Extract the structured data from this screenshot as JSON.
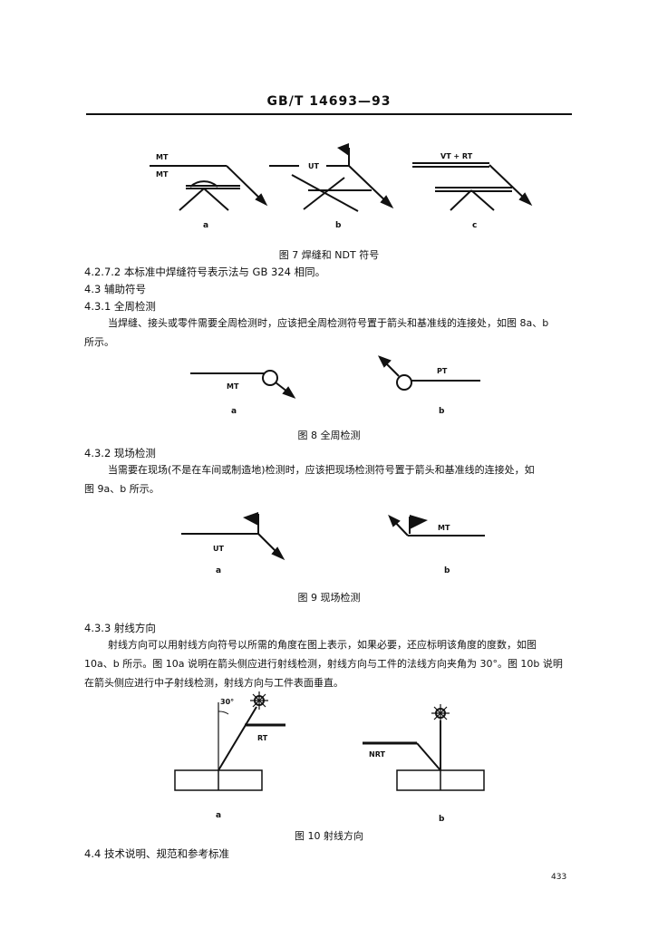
{
  "header": "GB/T 14693—93",
  "fig7": {
    "caption": "图 7   焊缝和 NDT 符号",
    "labels": [
      "MT",
      "MT",
      "UT",
      "VT + RT"
    ],
    "subs": [
      "a",
      "b",
      "c"
    ]
  },
  "s4272": "4.2.7.2   本标准中焊缝符号表示法与 GB 324 相同。",
  "s43": "4.3   辅助符号",
  "s431": "4.3.1   全周检测",
  "p431a": "当焊缝、接头或零件需要全周检测时，应该把全周检测符号置于箭头和基准线的连接处，如图 8a、b",
  "p431b": "所示。",
  "fig8": {
    "caption": "图 8   全周检测",
    "labels": [
      "MT",
      "PT"
    ],
    "subs": [
      "a",
      "b"
    ]
  },
  "s432": "4.3.2   现场检测",
  "p432a": "当需要在现场(不是在车间或制造地)检测时，应该把现场检测符号置于箭头和基准线的连接处，如",
  "p432b": "图 9a、b 所示。",
  "fig9": {
    "caption": "图 9   现场检测",
    "labels": [
      "UT",
      "MT"
    ],
    "subs": [
      "a",
      "b"
    ]
  },
  "s433": "4.3.3   射线方向",
  "p433a": "射线方向可以用射线方向符号以所需的角度在图上表示，如果必要，还应标明该角度的度数，如图",
  "p433b": "10a、b 所示。图 10a 说明在箭头侧应进行射线检测，射线方向与工件的法线方向夹角为 30°。图 10b 说明",
  "p433c": "在箭头侧应进行中子射线检测，射线方向与工件表面垂直。",
  "fig10": {
    "caption": "图 10   射线方向",
    "labels": [
      "30°",
      "RT",
      "NRT"
    ],
    "subs": [
      "a",
      "b"
    ]
  },
  "s44": "4.4   技术说明、规范和参考标准",
  "page_no": "433"
}
